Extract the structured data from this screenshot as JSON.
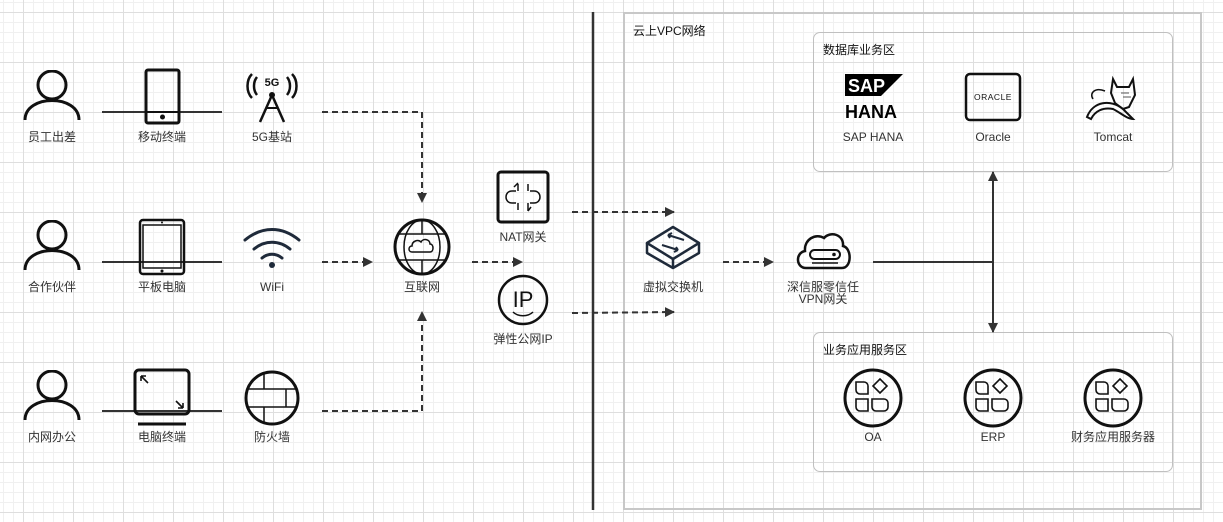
{
  "diagram": {
    "vpc": {
      "title": "云上VPC网络"
    },
    "zones": {
      "database": {
        "title": "数据库业务区"
      },
      "application": {
        "title": "业务应用服务区"
      }
    },
    "users": [
      {
        "label": "员工出差",
        "icon": "user-icon"
      },
      {
        "label": "合作伙伴",
        "icon": "user-icon"
      },
      {
        "label": "内网办公",
        "icon": "user-icon"
      }
    ],
    "devices": [
      {
        "label": "移动终端",
        "icon": "mobile-phone-icon"
      },
      {
        "label": "平板电脑",
        "icon": "tablet-icon"
      },
      {
        "label": "电脑终端",
        "icon": "laptop-icon"
      }
    ],
    "access": [
      {
        "label": "5G基站",
        "icon": "5g-tower-icon",
        "badge": "5G"
      },
      {
        "label": "WiFi",
        "icon": "wifi-icon"
      },
      {
        "label": "防火墙",
        "icon": "firewall-icon"
      }
    ],
    "internet": {
      "label": "互联网",
      "icon": "internet-globe-icon"
    },
    "nat": {
      "label": "NAT网关",
      "icon": "nat-gateway-icon"
    },
    "eip": {
      "label": "弹性公网IP",
      "icon": "elastic-ip-icon",
      "glyph": "IP"
    },
    "vswitch": {
      "label": "虚拟交换机",
      "icon": "virtual-switch-icon"
    },
    "vpn": {
      "label_line1": "深信服零信任",
      "label_line2": "VPN网关",
      "icon": "vpn-gateway-icon"
    },
    "db_services": [
      {
        "label": "SAP HANA",
        "icon": "sap-hana-logo",
        "logo_top": "SAP",
        "logo_bottom": "HANA"
      },
      {
        "label": "Oracle",
        "icon": "oracle-logo",
        "logo_text": "ORACLE"
      },
      {
        "label": "Tomcat",
        "icon": "tomcat-logo"
      }
    ],
    "app_services": [
      {
        "label": "OA",
        "icon": "application-icon"
      },
      {
        "label": "ERP",
        "icon": "application-icon"
      },
      {
        "label": "财务应用服务器",
        "icon": "application-icon"
      }
    ]
  }
}
